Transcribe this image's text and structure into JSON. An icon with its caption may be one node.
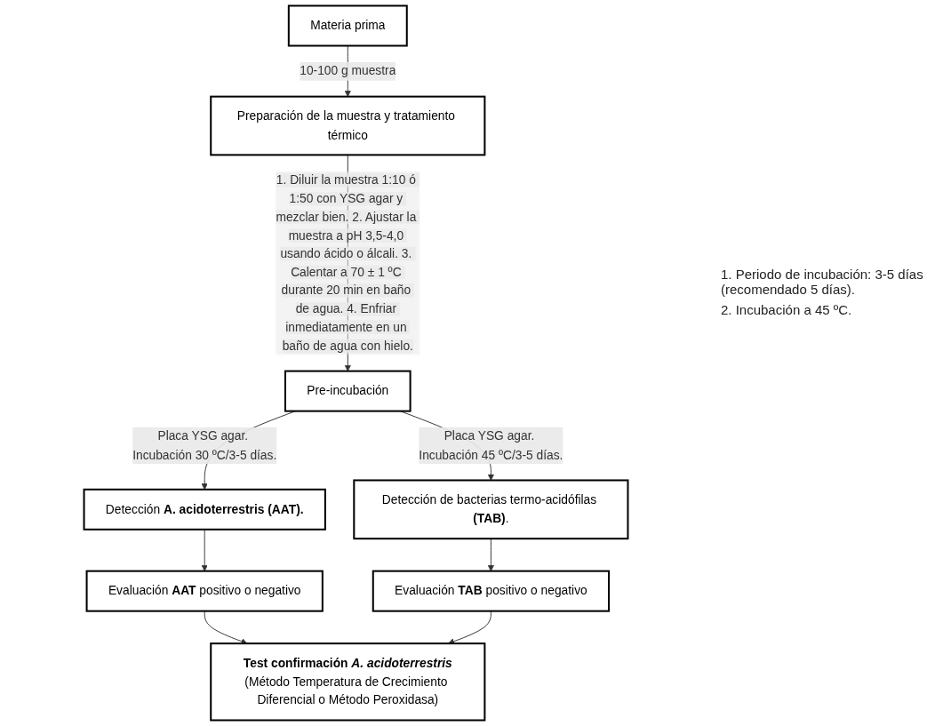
{
  "diagram": {
    "nodes": [
      {
        "text": [
          "Materia prima"
        ]
      },
      {
        "text": [
          "Preparación de la muestra y tratamiento térmico"
        ]
      },
      {
        "text": [
          "Pre-incubación"
        ]
      },
      {
        "text": [
          "Detección **A. acidoterrestris (AAT).**"
        ]
      },
      {
        "text": [
          "Detección de bacterias termo-acidófilas **(TAB)**."
        ]
      },
      {
        "text": [
          "Evaluación **AAT** positivo o negativo"
        ]
      },
      {
        "text": [
          "Evaluación **TAB** positivo o negativo"
        ]
      },
      {
        "text": [
          "Test confirmación *A. acidoterrestris*",
          "(Método Temperatura de Crecimiento Diferencial o Método Peroxidasa)"
        ]
      }
    ],
    "edges": [
      {
        "from": 0,
        "to": 1,
        "arrow": "to",
        "label": "10-100 g muestra"
      },
      {
        "from": 1,
        "to": 2,
        "arrow": "to",
        "label": "1. Diluir la muestra 1:10 ó 1:50 con YSG agar y mezclar bien. 2. Ajustar la muestra a pH 3,5-4,0 usando ácido o álcali. 3. Calentar a 70 ± 1 ºC durante 20 min en baño de agua. 4. Enfriar inmediatamente en un baño de agua con hielo."
      },
      {
        "from": 2,
        "to": 3,
        "arrow": "to",
        "label": "Placa YSG agar. Incubación 30 ºC/3-5 días."
      },
      {
        "from": 2,
        "to": 4,
        "arrow": "to",
        "label": "Placa YSG agar. Incubación 45 ºC/3-5 días."
      },
      {
        "from": 3,
        "to": 5,
        "arrow": "to"
      },
      {
        "from": 4,
        "to": 6,
        "arrow": "to"
      },
      {
        "from": 5,
        "to": 7,
        "arrow": "to"
      },
      {
        "from": 6,
        "to": 7,
        "arrow": "to"
      }
    ],
    "labels": [
      "1. Periodo de incubación: 3-5 días (recomendado 5 días).",
      "2. Incubación a 45 ºC."
    ]
  }
}
